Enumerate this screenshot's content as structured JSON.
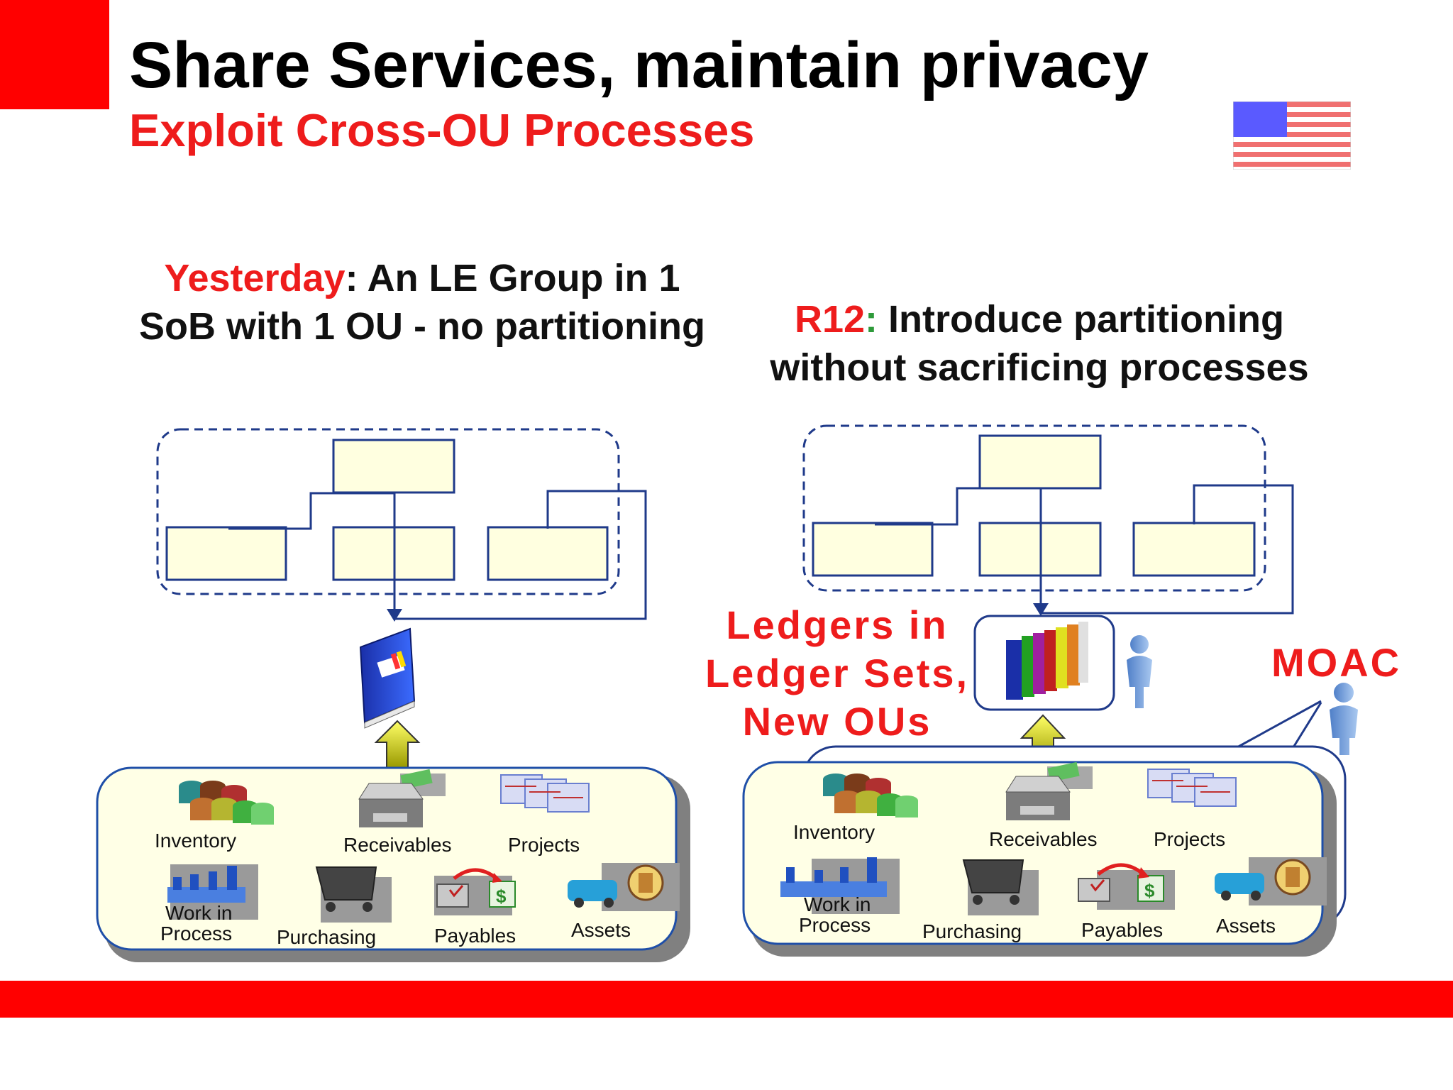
{
  "header": {
    "title": "Share Services, maintain privacy",
    "subtitle": "Exploit Cross-OU Processes"
  },
  "left_panel": {
    "heading_highlight": "Yesterday",
    "heading_rest_line1": ": An LE Group in 1",
    "heading_line2": "SoB with 1 OU - no partitioning",
    "applications": [
      "Inventory",
      "Receivables",
      "Projects",
      "Work in",
      "Process",
      "Purchasing",
      "Payables",
      "Assets"
    ]
  },
  "right_panel": {
    "heading_highlight": "R12",
    "heading_colon": ":",
    "heading_rest_line1": " Introduce partitioning",
    "heading_line2": "without sacrificing processes",
    "callout_line1": "Ledgers in",
    "callout_line2": "Ledger Sets,",
    "callout_line3": "New OUs",
    "moac_label": "MOAC",
    "applications": [
      "Inventory",
      "Receivables",
      "Projects",
      "Work in",
      "Process",
      "Purchasing",
      "Payables",
      "Assets"
    ]
  },
  "colors": {
    "brand_red": "#ff0000",
    "heading_green": "#2e9a3a",
    "org_box_fill": "#ffffe0",
    "line_navy": "#1f3a8a",
    "app_panel_fill": "#ffffe6",
    "flag_blue": "#5a5aff",
    "flag_stripe": "#f07070"
  },
  "icons": {
    "book": "blue-book-icon",
    "ledger_books": "colored-books-icon",
    "person": "person-icon",
    "flag": "us-flag-icon"
  }
}
